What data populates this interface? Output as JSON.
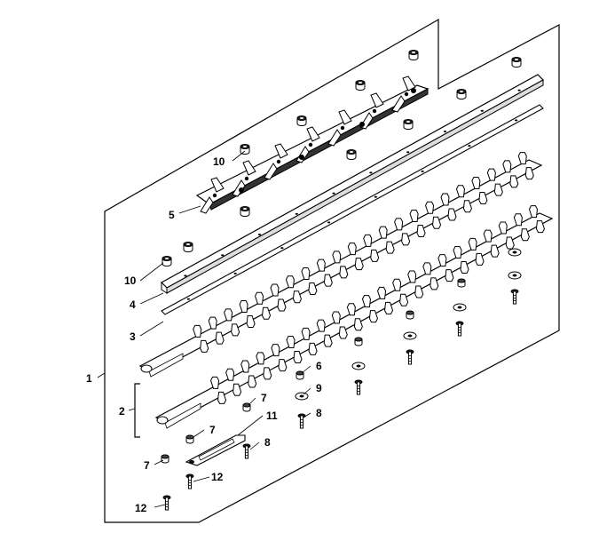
{
  "callouts": [
    {
      "id": "c1",
      "label": "1"
    },
    {
      "id": "c2",
      "label": "2"
    },
    {
      "id": "c3",
      "label": "3"
    },
    {
      "id": "c4",
      "label": "4"
    },
    {
      "id": "c5",
      "label": "5"
    },
    {
      "id": "c6",
      "label": "6"
    },
    {
      "id": "c7a",
      "label": "7"
    },
    {
      "id": "c7b",
      "label": "7"
    },
    {
      "id": "c7c",
      "label": "7"
    },
    {
      "id": "c8a",
      "label": "8"
    },
    {
      "id": "c8b",
      "label": "8"
    },
    {
      "id": "c9",
      "label": "9"
    },
    {
      "id": "c10a",
      "label": "10"
    },
    {
      "id": "c10b",
      "label": "10"
    },
    {
      "id": "c11",
      "label": "11"
    },
    {
      "id": "c12a",
      "label": "12"
    },
    {
      "id": "c12b",
      "label": "12"
    }
  ]
}
